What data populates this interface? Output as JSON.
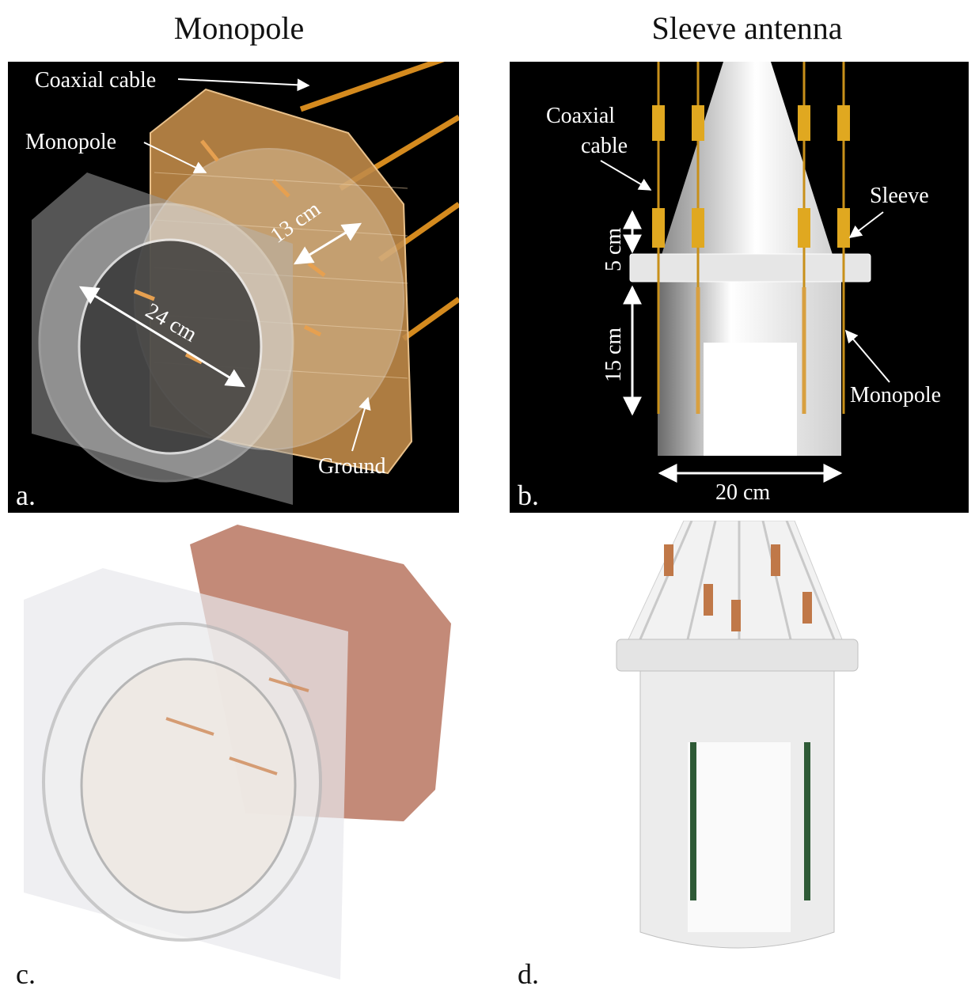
{
  "titles": {
    "left": "Monopole",
    "right": "Sleeve antenna"
  },
  "panel_a": {
    "letter": "a.",
    "labels": {
      "coaxial_cable": "Coaxial cable",
      "monopole": "Monopole",
      "dim_13": "13 cm",
      "dim_24": "24 cm",
      "ground": "Ground"
    }
  },
  "panel_b": {
    "letter": "b.",
    "labels": {
      "coaxial_line1": "Coaxial",
      "coaxial_line2": "cable",
      "sleeve": "Sleeve",
      "monopole": "Monopole",
      "dim_5": "5 cm",
      "dim_15": "15 cm",
      "dim_20": "20 cm"
    }
  },
  "panel_c": {
    "letter": "c."
  },
  "panel_d": {
    "letter": "d."
  },
  "colors": {
    "background_render": "#000000",
    "copper": "#d9a55a",
    "gold": "#e0a820",
    "white_label": "#ffffff"
  }
}
